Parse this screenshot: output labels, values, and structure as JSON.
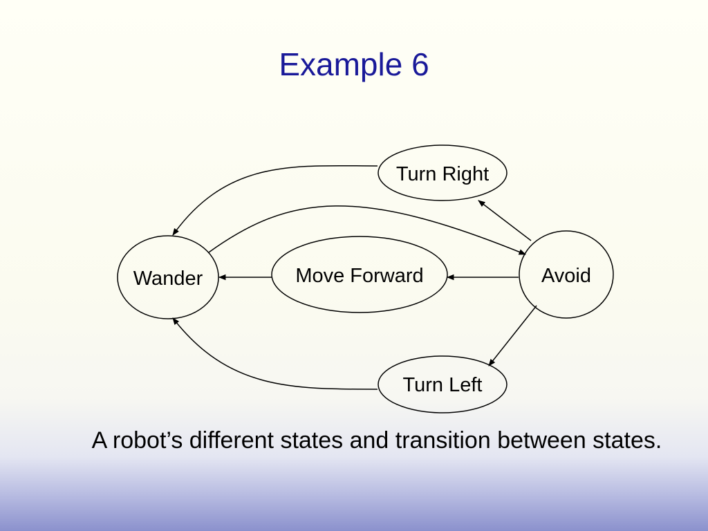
{
  "slide": {
    "title": "Example 6",
    "caption": "A robot’s different states and transition between states."
  },
  "diagram": {
    "nodes": {
      "wander": "Wander",
      "move_forward": "Move Forward",
      "avoid": "Avoid",
      "turn_right": "Turn Right",
      "turn_left": "Turn Left"
    },
    "edges": [
      {
        "from": "turn_right",
        "to": "wander"
      },
      {
        "from": "wander",
        "to": "avoid"
      },
      {
        "from": "avoid",
        "to": "turn_right"
      },
      {
        "from": "move_forward",
        "to": "wander"
      },
      {
        "from": "avoid",
        "to": "move_forward"
      },
      {
        "from": "avoid",
        "to": "turn_left"
      },
      {
        "from": "turn_left",
        "to": "wander"
      }
    ]
  },
  "colors": {
    "title": "#1a1a99",
    "stroke": "#000000",
    "gradient_bottom": "#8b91cd"
  }
}
